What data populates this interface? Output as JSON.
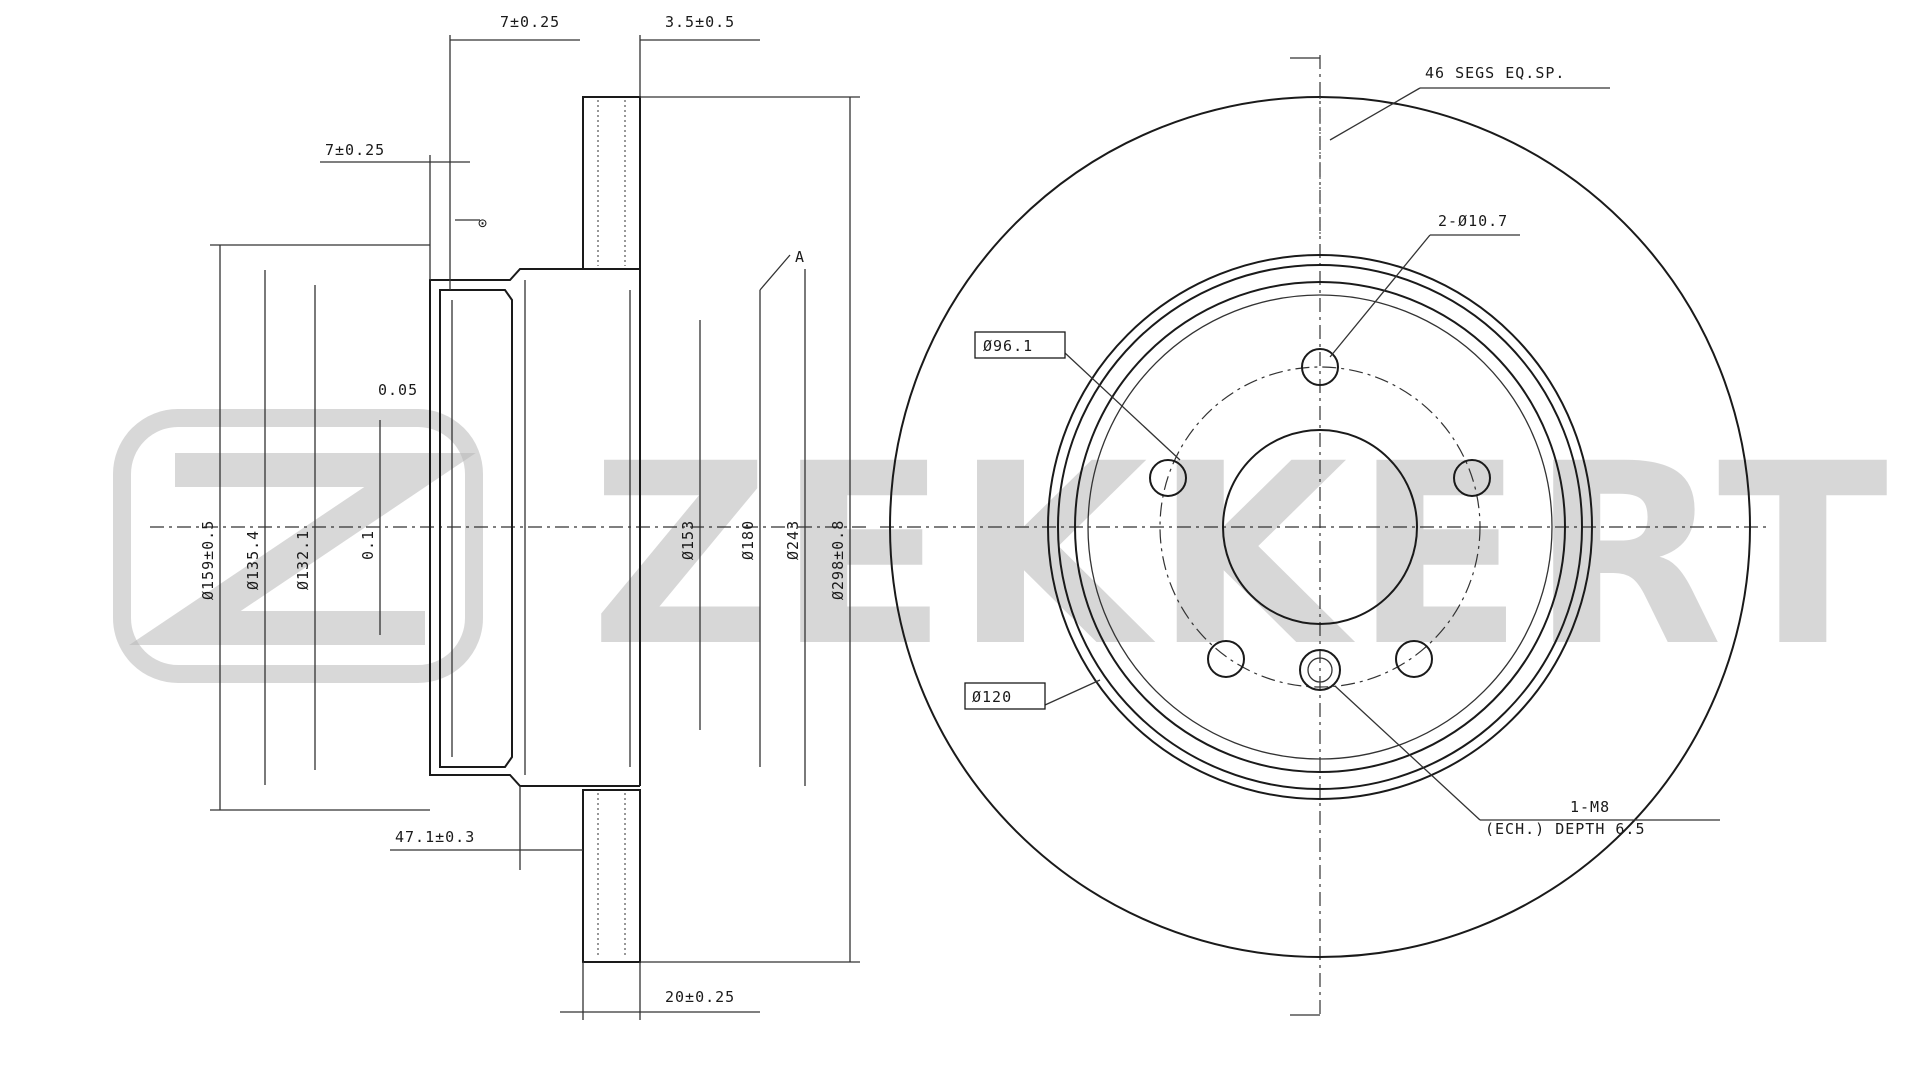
{
  "brand": {
    "watermark": "ZEKKERT",
    "color": "#b8b8b8"
  },
  "side_view": {
    "labels": {
      "dim_top_1": "7±0.25",
      "dim_top_2": "3.5±0.5",
      "dim_left_top": "7±0.25",
      "runout": "0.05",
      "parallel_symbol": "⊙",
      "d_outer_hat": "Ø159±0.5",
      "d_hub_1": "Ø135.4",
      "d_hub_2": "Ø132.1",
      "dim_small": "0.1",
      "d_center_1": "Ø153",
      "d_center_2": "Ø180",
      "d_rim": "Ø243",
      "d_disc": "Ø298±0.8",
      "height": "47.1±0.3",
      "thickness": "20±0.25",
      "section_mark": "A"
    }
  },
  "front_view": {
    "labels": {
      "note_top": "46 SEGS EQ.SP.",
      "bolt_holes": "2-Ø10.7",
      "pcd": "Ø96.1",
      "bore": "Ø120",
      "thread_1": "1-M8",
      "thread_2": "(ECH.) DEPTH 6.5"
    },
    "bolt_hole_count": 5
  }
}
